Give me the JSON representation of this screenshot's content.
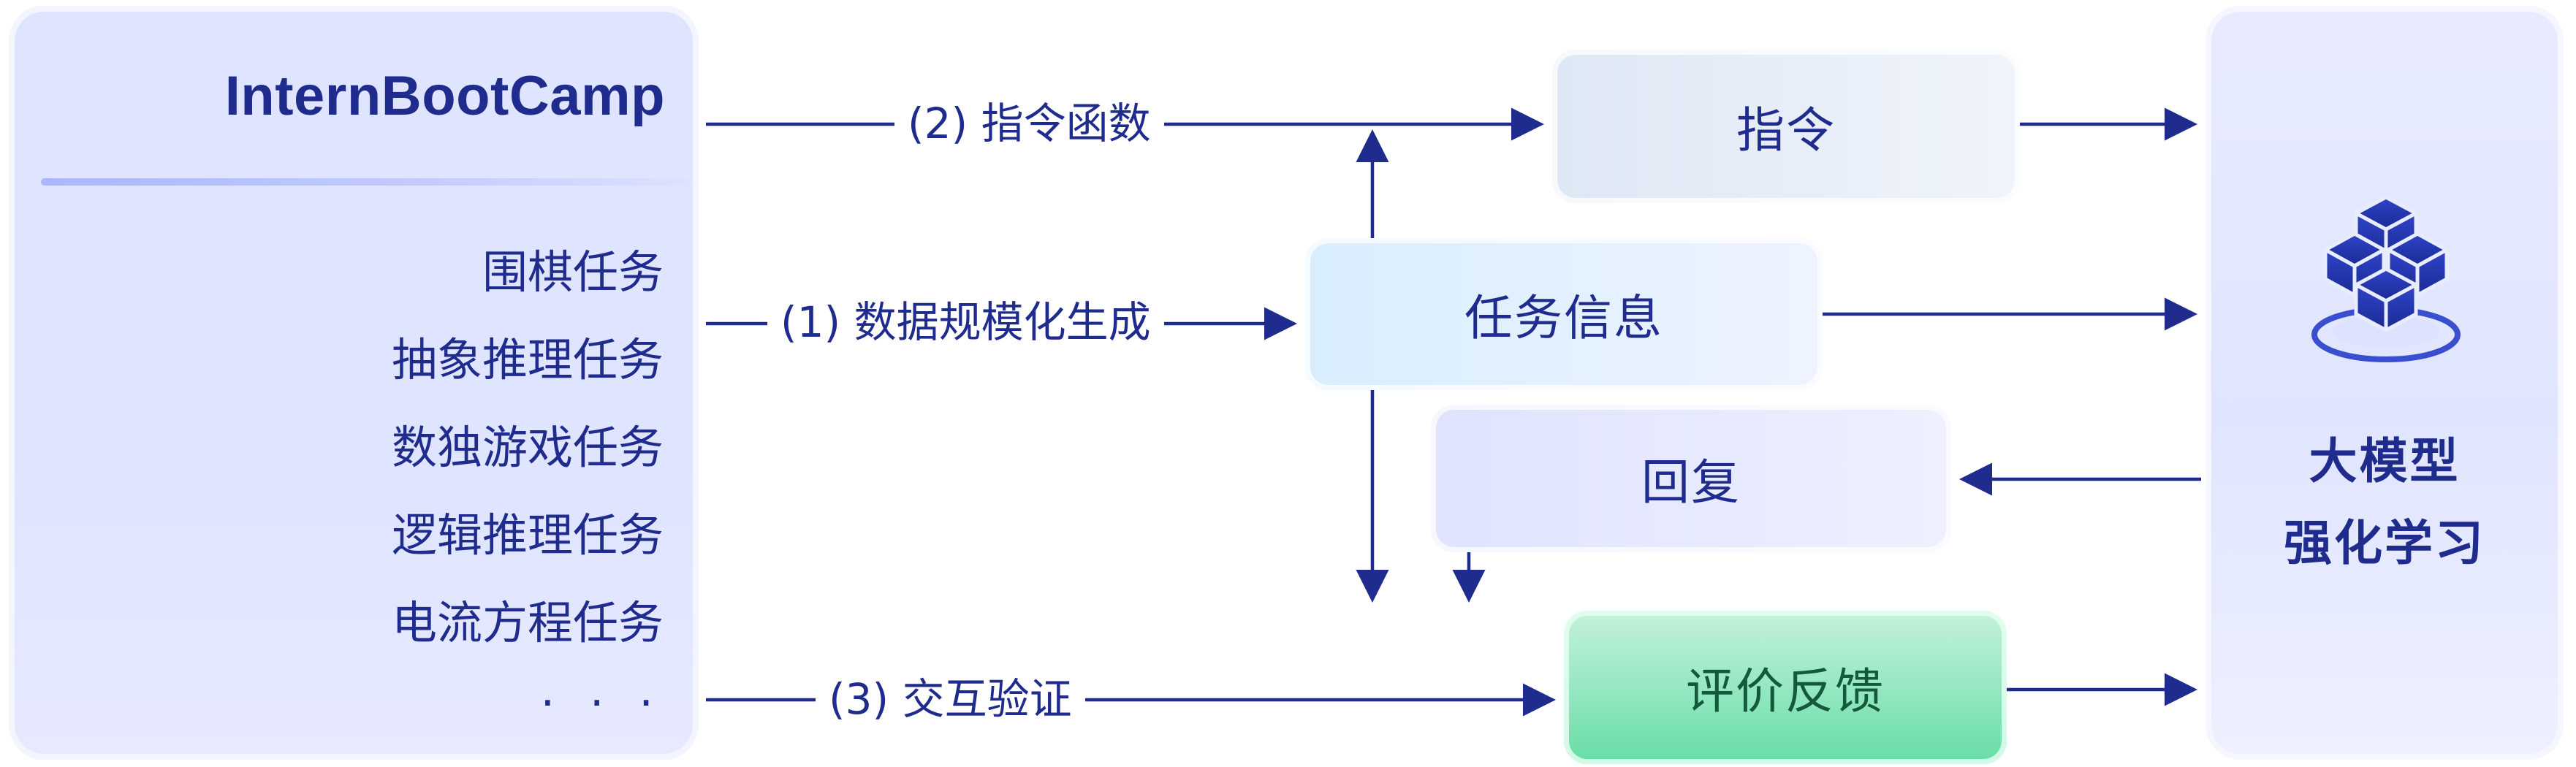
{
  "left": {
    "title": "InternBootCamp",
    "tasks": [
      "围棋任务",
      "抽象推理任务",
      "数独游戏任务",
      "逻辑推理任务",
      "电流方程任务"
    ],
    "ellipsis": "· · ·"
  },
  "edges": {
    "instruction_fn": "(2) 指令函数",
    "data_scale": "(1) 数据规模化生成",
    "interaction": "(3) 交互验证"
  },
  "boxes": {
    "instruction": "指令",
    "task_info": "任务信息",
    "reply": "回复",
    "evaluation": "评价反馈"
  },
  "right": {
    "line1": "大模型",
    "line2": "强化学习",
    "icon": "cube-stack-icon"
  },
  "colors": {
    "accent": "#1f2c8e",
    "panel": "#dfe4ff",
    "evaluation": "#66dda6"
  }
}
